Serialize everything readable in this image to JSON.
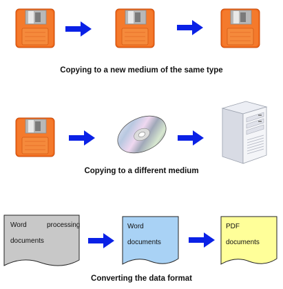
{
  "rows": [
    {
      "caption": "Copying to a new medium of the same type",
      "items": [
        "floppy-disk-icon",
        "arrow-right-icon",
        "floppy-disk-icon",
        "arrow-right-icon",
        "floppy-disk-icon"
      ]
    },
    {
      "caption": "Copying to a different medium",
      "items": [
        "floppy-disk-icon",
        "arrow-right-icon",
        "cd-disc-icon",
        "arrow-right-icon",
        "server-tower-icon"
      ]
    },
    {
      "caption": "Converting the data format",
      "documents": [
        {
          "line1": "Word",
          "line1b": "processing",
          "line2": "documents",
          "color": "#c8c8c8"
        },
        {
          "line1": "Word",
          "line2": "documents",
          "color": "#a9d2f5"
        },
        {
          "line1": "PDF",
          "line2": "documents",
          "color": "#ffff99"
        }
      ]
    }
  ],
  "colors": {
    "floppy": "#f26a1b",
    "arrow": "#0a21e6",
    "word_doc": "#a9d2f5",
    "pdf_doc": "#ffff99",
    "generic_doc": "#c8c8c8"
  }
}
